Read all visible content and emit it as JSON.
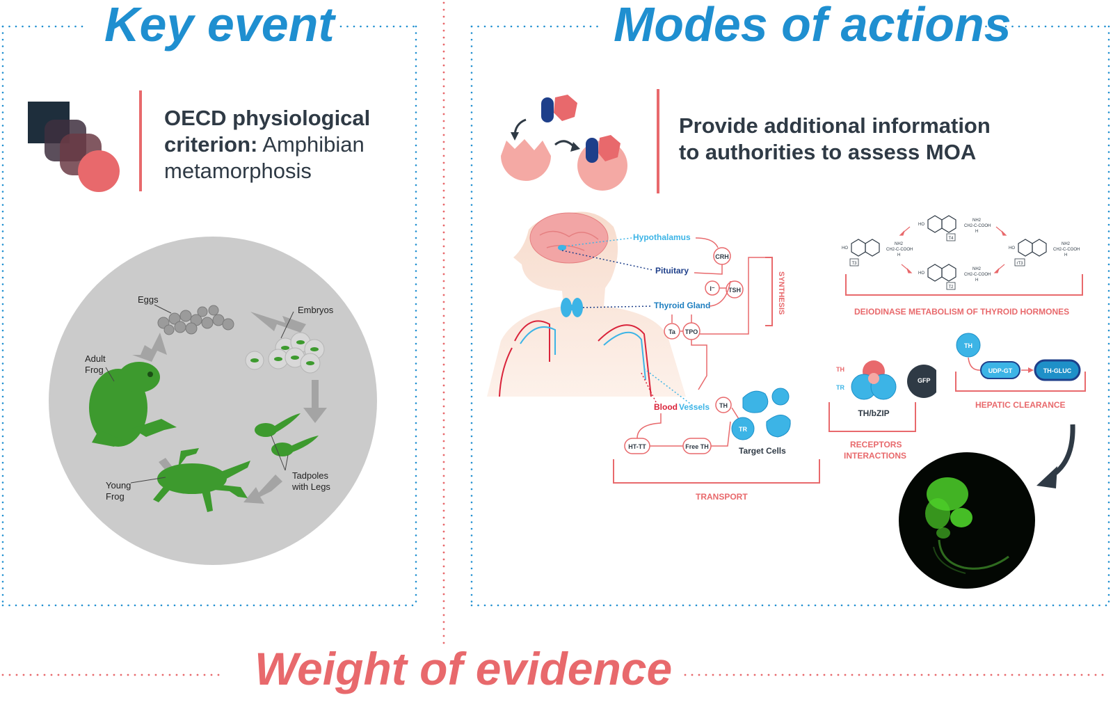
{
  "sections": {
    "key_event_title": "Key event",
    "moa_title": "Modes of actions",
    "woe_title": "Weight of evidence"
  },
  "key_event": {
    "criterion_bold": "OECD physiological criterion:",
    "criterion_rest": "Amphibian metamorphosis",
    "lifecycle": {
      "eggs": "Eggs",
      "embryos": "Embryos",
      "tadpoles_line1": "Tadpoles",
      "tadpoles_line2": "with Legs",
      "young_line1": "Young",
      "young_line2": "Frog",
      "adult_line1": "Adult",
      "adult_line2": "Frog"
    }
  },
  "moa": {
    "info_text": "Provide additional information to authorities to assess MOA",
    "axis": {
      "hypothalamus": "Hypothalamus",
      "pituitary": "Pituitary",
      "thyroid_gland": "Thyroid Gland",
      "blood": "Blood",
      "vessels": "Vessels",
      "crh": "CRH",
      "tsh": "TSH",
      "iodide": "I⁻",
      "ta": "Ta",
      "tpo": "TPO",
      "synthesis": "SYNTHESIS",
      "th": "TH",
      "tr": "TR",
      "target_cells": "Target Cells",
      "ht_tt": "HT-TT",
      "free_th": "Free TH",
      "transport": "TRANSPORT"
    },
    "deiodinase": {
      "label": "DEIODINASE METABOLISM OF THYROID HORMONES",
      "t4": "T4",
      "t3": "T3",
      "t2": "T2",
      "rt3": "rT3",
      "ho": "HO",
      "nh2": "NH2",
      "side_chain": "CH2-C-COOH",
      "h": "H"
    },
    "receptors": {
      "th": "TH",
      "tr": "TR",
      "complex": "TH/bZIP",
      "gfp": "GFP",
      "label_line1": "RECEPTORS",
      "label_line2": "INTERACTIONS"
    },
    "hepatic": {
      "th": "TH",
      "udp_gt": "UDP-GT",
      "th_gluc": "TH-GLUC",
      "label": "HEPATIC CLEARANCE"
    }
  },
  "colors": {
    "blue": "#1f8fd0",
    "red": "#e8696c",
    "dark_blue": "#1e3f8a",
    "light_blue": "#3cb4e6",
    "dark_text": "#2f3a45",
    "navy": "#1e2e3c",
    "fluor_green": "#4ed12a"
  },
  "icons": [
    "overlapping-squares-icon",
    "receptor-binding-icon"
  ]
}
